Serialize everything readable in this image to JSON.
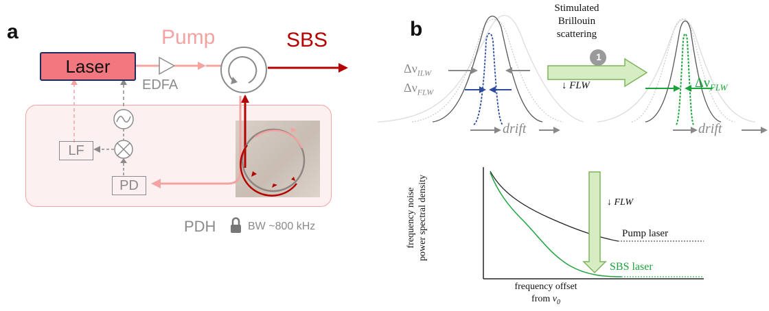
{
  "panel_a": {
    "letter": "a",
    "pump_label": "Pump",
    "sbs_label": "SBS",
    "laser_label": "Laser",
    "edfa_label": "EDFA",
    "lf_label": "LF",
    "pd_label": "PD",
    "pdh_label": "PDH",
    "bw_label": "BW ~800 kHz"
  },
  "panel_b": {
    "letter": "b",
    "process_line1": "Stimulated",
    "process_line2": "Brillouin",
    "process_line3": "scattering",
    "step_number": "1",
    "flw_arrow_label": "↓ FLW",
    "ilw_label": "Δν",
    "ilw_sub": "ILW",
    "flw_label": "Δν",
    "flw_sub": "FLW",
    "flw_label_green": "Δν",
    "flw_sub_green": "FLW",
    "drift_label_left": "drift",
    "drift_label_right": "drift"
  },
  "noise_plot": {
    "ylabel_line1": "frequency noise",
    "ylabel_line2": "power spectral density",
    "xlabel_line1": "frequency offset",
    "xlabel_line2_prefix": "from ",
    "xlabel_symbol": "ν",
    "xlabel_sub": "0",
    "arrow_label": "↓ FLW",
    "pump_curve_label": "Pump laser",
    "sbs_curve_label": "SBS laser"
  },
  "colors": {
    "pump": "#f4a3a3",
    "sbs": "#b40000",
    "laser_fill": "#f3777f",
    "flw_blue": "#2b4a9c",
    "sbs_green": "#1aa33a",
    "arrow_green_fill": "#d6ecc2",
    "arrow_green_stroke": "#7fb35a"
  }
}
